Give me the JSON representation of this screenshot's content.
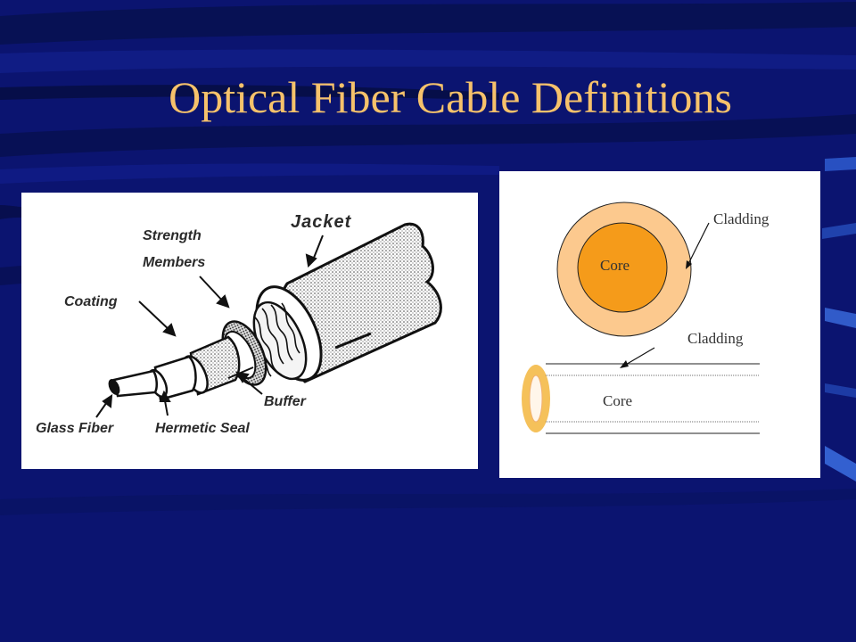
{
  "slide": {
    "title": "Optical Fiber Cable Definitions"
  },
  "cable_diagram": {
    "labels": {
      "jacket": "Jacket",
      "strength_members_line1": "Strength",
      "strength_members_line2": "Members",
      "coating": "Coating",
      "buffer": "Buffer",
      "glass_fiber": "Glass Fiber",
      "hermetic_seal": "Hermetic Seal"
    }
  },
  "fiber_diagram": {
    "labels": {
      "cladding_top": "Cladding",
      "core_top": "Core",
      "cladding_bottom": "Cladding",
      "core_bottom": "Core"
    },
    "colors": {
      "cladding": "#fcc98e",
      "core": "#f59b1a",
      "end_ring": "#f5c15a"
    }
  }
}
